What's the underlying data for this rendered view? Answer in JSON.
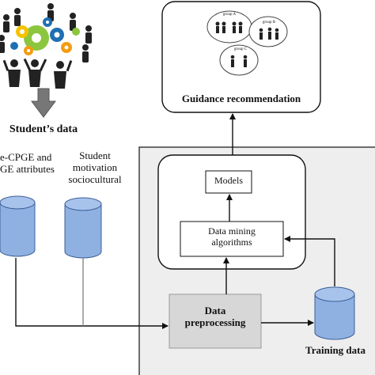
{
  "labels": {
    "students_data": "Student’s data",
    "attributes": "e-CPGE and\nGE attributes",
    "motivation": "Student\nmotivation\nsociocultural",
    "guidance": "Guidance recommendation",
    "models": "Models",
    "mining": "Data mining\nalgorithms",
    "preprocessing": "Data\npreprocessing",
    "training": "Training data"
  },
  "groups": [
    "group A",
    "group B",
    "group C"
  ],
  "colors": {
    "cylinder_fill": "#8fb1e2",
    "cylinder_stroke": "#3d5f97",
    "panel_fill": "#eeeeee",
    "preprocessing_fill": "#d7d7d7",
    "gear_green": "#8cc63f",
    "gear_yellow": "#f4c300",
    "gear_blue": "#1f6fb3",
    "gear_orange": "#f39c12"
  },
  "icons": [
    "people-icon",
    "gears-icon",
    "down-arrow-icon",
    "database-icon"
  ]
}
